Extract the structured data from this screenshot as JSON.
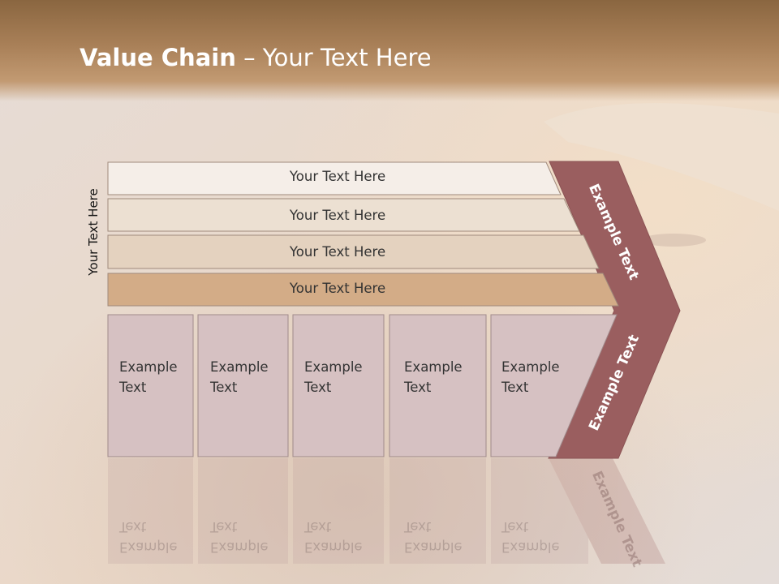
{
  "slide": {
    "title_bold": "Value Chain",
    "title_rest": " – Your Text Here",
    "side_label": "Your Text Here",
    "rows": [
      "Your Text Here",
      "Your Text Here",
      "Your Text Here",
      "Your Text Here"
    ],
    "columns": [
      {
        "line1": "Example",
        "line2": "Text"
      },
      {
        "line1": "Example",
        "line2": "Text"
      },
      {
        "line1": "Example",
        "line2": "Text"
      },
      {
        "line1": "Example",
        "line2": "Text"
      },
      {
        "line1": "Example",
        "line2": "Text"
      }
    ],
    "arrow_upper": "Example Text",
    "arrow_lower": "Example Text"
  },
  "colors": {
    "row1": "#f5eee8",
    "row2": "#ece0d2",
    "row3": "#e4d2bf",
    "row4": "#d3ac87",
    "column": "#d6c1c2",
    "arrow": "#9a5e5f"
  }
}
